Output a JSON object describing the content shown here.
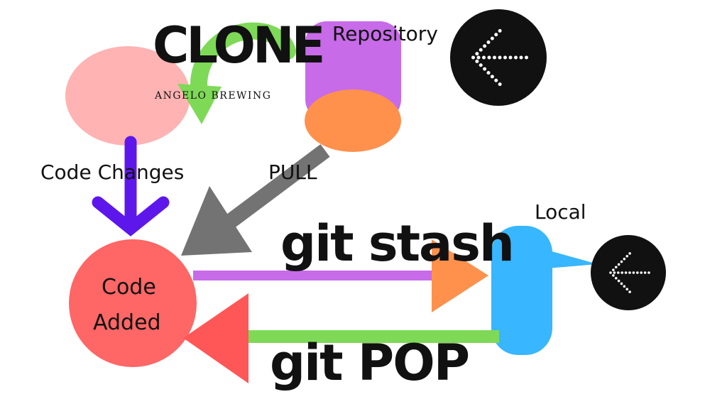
{
  "title": "CLONE",
  "brand": "ANGELO BREWING",
  "labels": {
    "repository": "Repository",
    "code_changes": "Code Changes",
    "pull": "PULL",
    "local": "Local",
    "code_added_line1": "Code",
    "code_added_line2": "Added",
    "git_stash": "git stash",
    "git_pop": "git POP"
  },
  "colors": {
    "pink_blob": "#ffb3b3",
    "clone_arrow": "#7ed957",
    "repository_cylinder": "#c76be8",
    "repository_base": "#ff914d",
    "code_changes_arrow": "#5e17eb",
    "pull_arrow": "#737373",
    "code_added_circle": "#ff6666",
    "stash_line": "#c76be8",
    "stash_head": "#ff914d",
    "pop_line": "#7ed957",
    "pop_head": "#ff5757",
    "local_shape": "#38b6ff",
    "icon_circle": "#111111",
    "icon_arrow": "#ffffff"
  },
  "icons": [
    "dotted-left-arrow-icon",
    "dotted-left-arrow-icon"
  ]
}
